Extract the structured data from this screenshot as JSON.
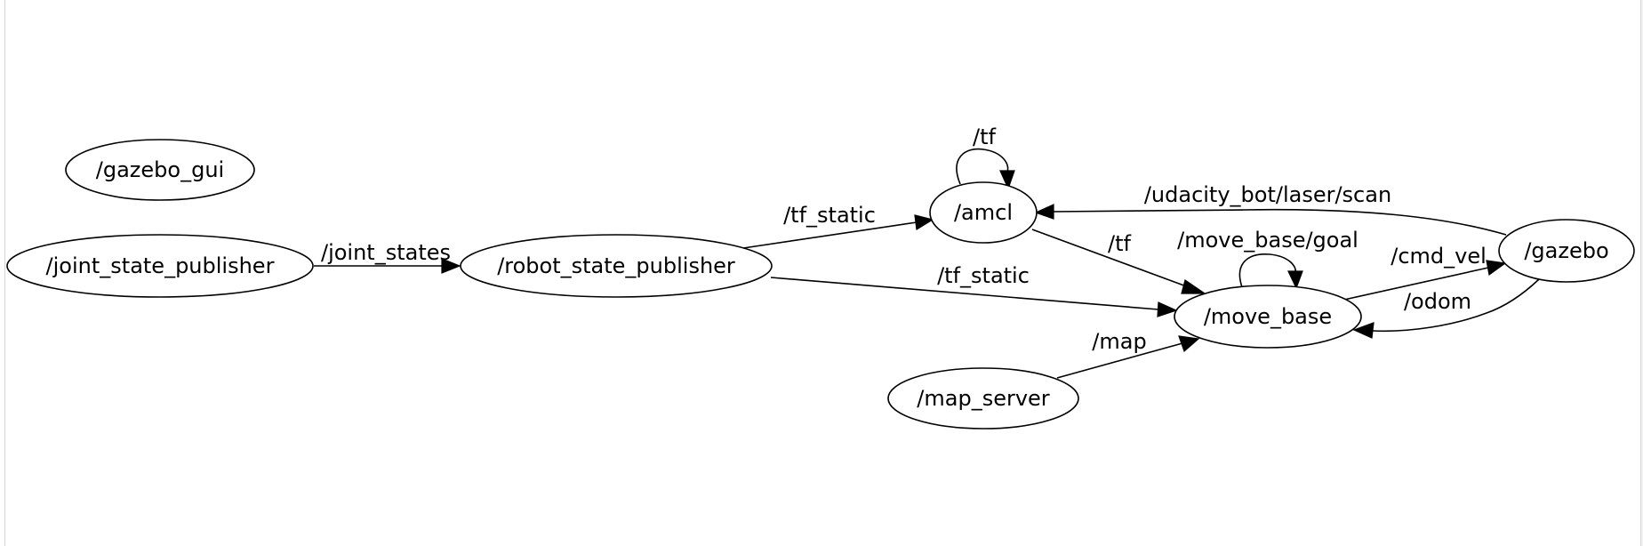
{
  "colors": {
    "background": "#ffffff",
    "stroke": "#000000",
    "text": "#000000"
  },
  "nodes": {
    "gazebo_gui": "/gazebo_gui",
    "joint_state_publisher": "/joint_state_publisher",
    "robot_state_publisher": "/robot_state_publisher",
    "amcl": "/amcl",
    "move_base": "/move_base",
    "gazebo": "/gazebo",
    "map_server": "/map_server"
  },
  "edges": {
    "joint_states": "/joint_states",
    "rsp_to_amcl": "/tf_static",
    "rsp_to_move_base": "/tf_static",
    "amcl_self": "/tf",
    "amcl_to_move_base": "/tf",
    "gazebo_to_amcl": "/udacity_bot/laser/scan",
    "move_base_self": "/move_base/goal",
    "move_base_to_gazebo": "/cmd_vel",
    "gazebo_to_move_base": "/odom",
    "map_server_to_move_base": "/map"
  }
}
